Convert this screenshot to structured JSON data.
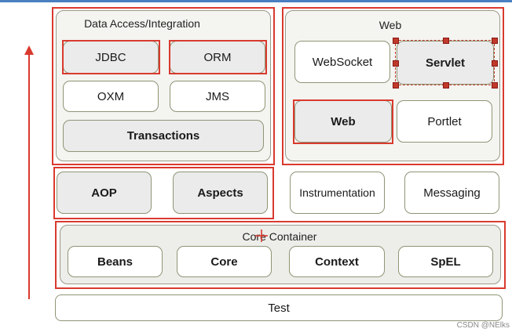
{
  "data_access": {
    "title": "Data Access/Integration",
    "jdbc": "JDBC",
    "orm": "ORM",
    "oxm": "OXM",
    "jms": "JMS",
    "transactions": "Transactions"
  },
  "web": {
    "title": "Web",
    "websocket": "WebSocket",
    "servlet": "Servlet",
    "web": "Web",
    "portlet": "Portlet"
  },
  "middle": {
    "aop": "AOP",
    "aspects": "Aspects",
    "instrumentation": "Instrumentation",
    "messaging": "Messaging"
  },
  "core": {
    "title": "Core Container",
    "beans": "Beans",
    "core": "Core",
    "context": "Context",
    "spel": "SpEL"
  },
  "test": "Test",
  "watermark": "CSDN @NElks",
  "colors": {
    "highlight_red": "#d93a2e",
    "module_gray": "#ebebeb",
    "module_border": "#8f9575"
  }
}
